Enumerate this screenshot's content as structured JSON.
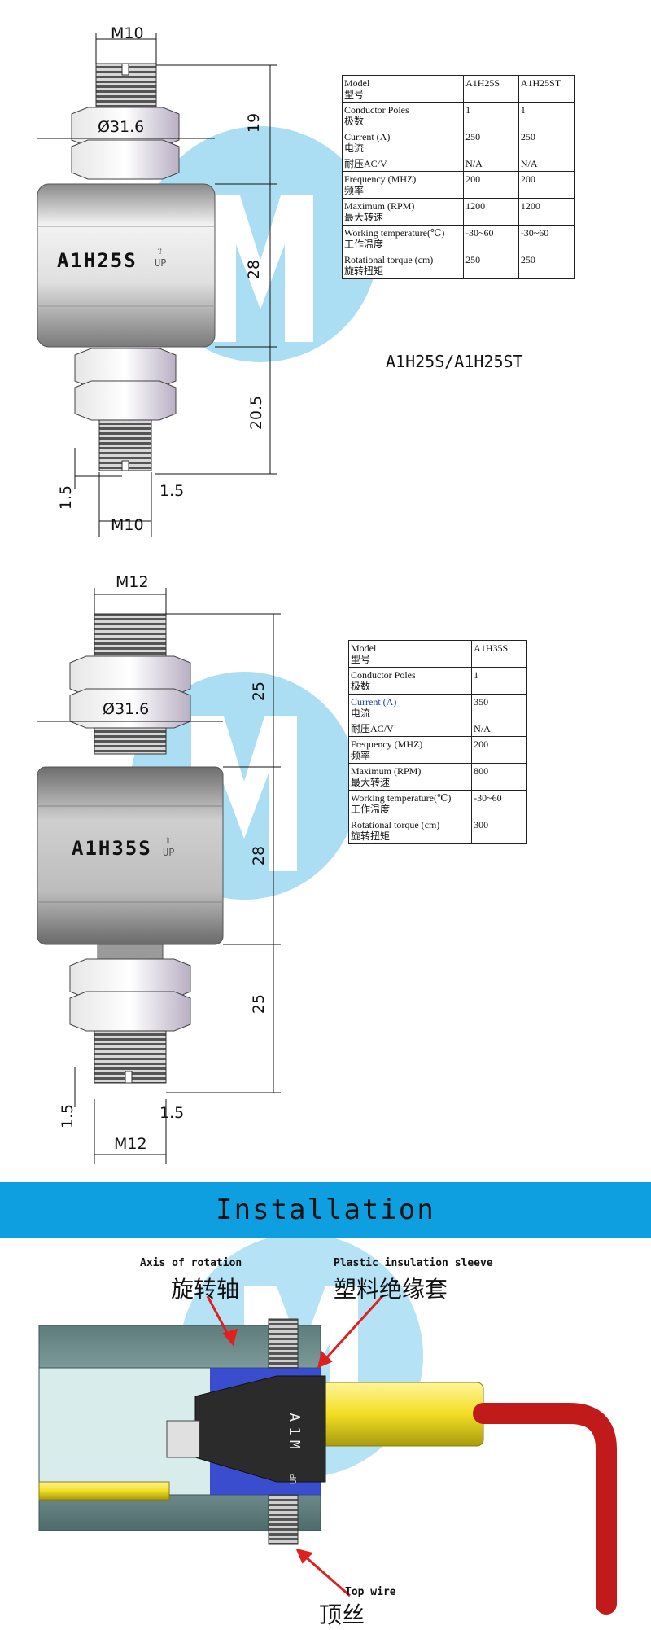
{
  "watermark_color": "#8fd3ef",
  "product1": {
    "label": "A1H25S",
    "up": "UP",
    "dims": {
      "top_thread": "M10",
      "nut": "Ø31.6",
      "d19": "19",
      "d28": "28",
      "d20_5": "20.5",
      "d1_5a": "1.5",
      "d1_5b": "1.5",
      "bottom_thread": "M10"
    },
    "caption": "A1H25S/A1H25ST",
    "table": {
      "header": [
        "Model",
        "型号",
        "A1H25S",
        "A1H25ST"
      ],
      "rows": [
        {
          "en": "Conductor Poles",
          "zh": "极数",
          "v1": "1",
          "v2": "1"
        },
        {
          "en": "Current (A)",
          "zh": "电流",
          "v1": "250",
          "v2": "250"
        },
        {
          "en": "",
          "zh": "耐压AC/V",
          "v1": "N/A",
          "v2": "N/A"
        },
        {
          "en": "Frequency (MHZ)",
          "zh": "频率",
          "v1": "200",
          "v2": "200"
        },
        {
          "en": "Maximum (RPM)",
          "zh": "最大转速",
          "v1": "1200",
          "v2": "1200"
        },
        {
          "en": "Working temperature(℃)",
          "zh": "工作温度",
          "v1": "-30~60",
          "v2": "-30~60"
        },
        {
          "en": "Rotational torque (cm)",
          "zh": "旋转扭矩",
          "v1": "250",
          "v2": "250"
        }
      ]
    }
  },
  "product2": {
    "label": "A1H35S",
    "up": "UP",
    "dims": {
      "top_thread": "M12",
      "nut": "Ø31.6",
      "d25a": "25",
      "d28": "28",
      "d25b": "25",
      "d1_5a": "1.5",
      "d1_5b": "1.5",
      "bottom_thread": "M12"
    },
    "table": {
      "header": [
        "Model",
        "型号",
        "A1H35S"
      ],
      "rows": [
        {
          "en": "Conductor Poles",
          "zh": "极数",
          "v1": "1"
        },
        {
          "en": "Current (A)",
          "zh": "电流",
          "v1": "350"
        },
        {
          "en": "",
          "zh": "耐压AC/V",
          "v1": "N/A"
        },
        {
          "en": "Frequency (MHZ)",
          "zh": "频率",
          "v1": "200"
        },
        {
          "en": "Maximum (RPM)",
          "zh": "最大转速",
          "v1": "800"
        },
        {
          "en": "Working temperature(℃)",
          "zh": "工作温度",
          "v1": "-30~60"
        },
        {
          "en": "Rotational torque (cm)",
          "zh": "旋转扭矩",
          "v1": "300"
        }
      ]
    }
  },
  "installation": {
    "title": "Installation",
    "banner_color": "#0d9fe0",
    "axis_en": "Axis of rotation",
    "axis_zh": "旋转轴",
    "sleeve_en": "Plastic insulation sleeve",
    "sleeve_zh": "塑料绝缘套",
    "wire_en": "Top wire",
    "wire_zh": "顶丝",
    "unit_text": "A1M",
    "unit_up": "UP"
  }
}
